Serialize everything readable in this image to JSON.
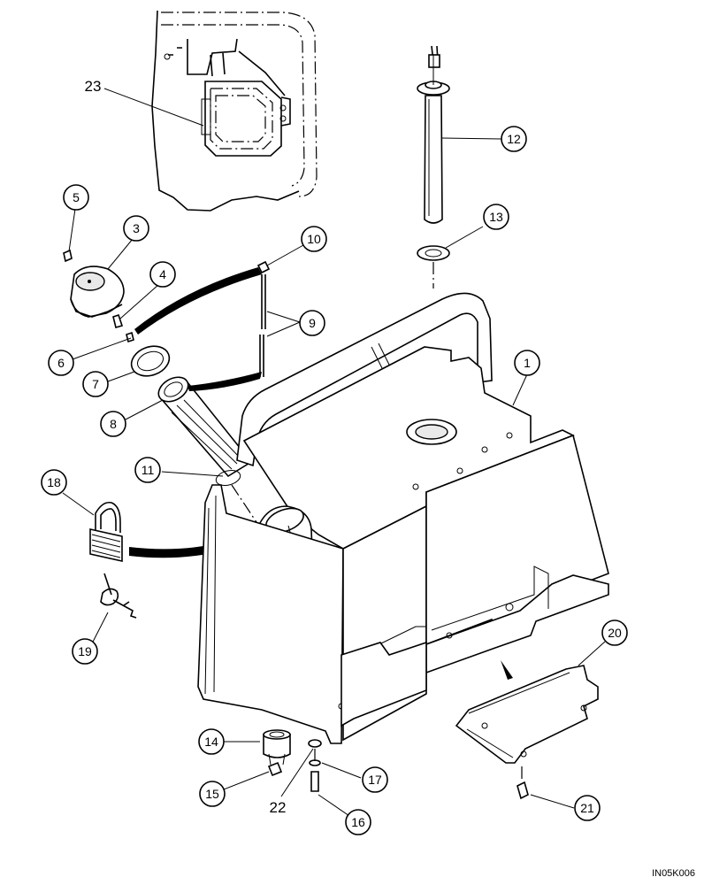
{
  "callouts": [
    {
      "id": "1",
      "label": "1"
    },
    {
      "id": "3",
      "label": "3"
    },
    {
      "id": "4",
      "label": "4"
    },
    {
      "id": "5",
      "label": "5"
    },
    {
      "id": "6",
      "label": "6"
    },
    {
      "id": "7",
      "label": "7"
    },
    {
      "id": "8",
      "label": "8"
    },
    {
      "id": "9",
      "label": "9"
    },
    {
      "id": "10",
      "label": "10"
    },
    {
      "id": "11",
      "label": "11"
    },
    {
      "id": "12",
      "label": "12"
    },
    {
      "id": "13",
      "label": "13"
    },
    {
      "id": "14",
      "label": "14"
    },
    {
      "id": "15",
      "label": "15"
    },
    {
      "id": "16",
      "label": "16"
    },
    {
      "id": "17",
      "label": "17"
    },
    {
      "id": "18",
      "label": "18"
    },
    {
      "id": "19",
      "label": "19"
    },
    {
      "id": "20",
      "label": "20"
    },
    {
      "id": "21",
      "label": "21"
    }
  ],
  "plain_labels": {
    "part_22": "22",
    "part_23": "23"
  },
  "drawing_code": "IN05K006"
}
